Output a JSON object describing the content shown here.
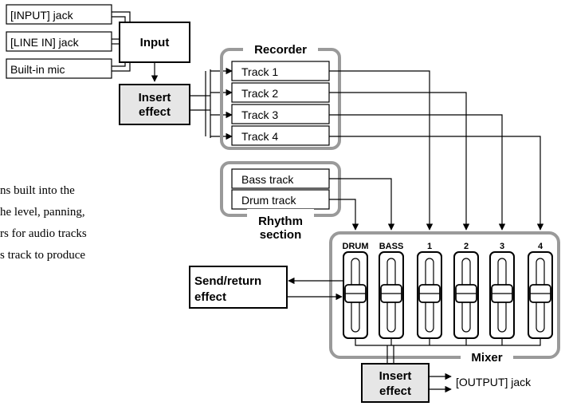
{
  "sources": [
    "[INPUT] jack",
    "[LINE IN] jack",
    "Built-in mic"
  ],
  "input_label": "Input",
  "insert_effect": [
    "Insert",
    "effect"
  ],
  "recorder": {
    "title": "Recorder",
    "tracks": [
      "Track 1",
      "Track 2",
      "Track 3",
      "Track 4"
    ]
  },
  "rhythm": {
    "tracks": [
      "Bass track",
      "Drum track"
    ],
    "title": [
      "Rhythm",
      "section"
    ]
  },
  "mixer": {
    "title": "Mixer",
    "channels": [
      "DRUM",
      "BASS",
      "1",
      "2",
      "3",
      "4"
    ]
  },
  "send_return": [
    "Send/return",
    "effect"
  ],
  "output_insert": [
    "Insert",
    "effect"
  ],
  "output_label": "[OUTPUT] jack",
  "side_text": [
    "ns built into the",
    "he level, panning,",
    "rs for audio tracks",
    "s track to produce"
  ],
  "colors": {
    "stroke": "#000000",
    "group_border": "#9a9a9a",
    "effect_fill": "#e6e6e6"
  }
}
